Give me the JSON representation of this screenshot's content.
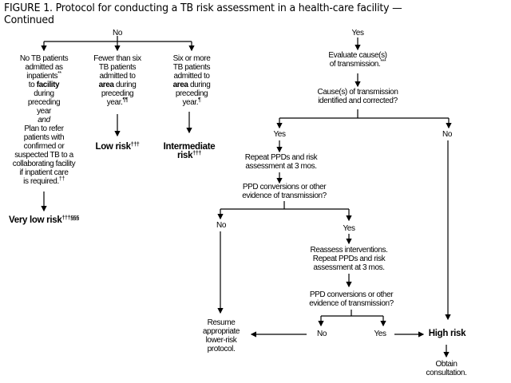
{
  "title": {
    "line1": "FIGURE 1. Protocol for conducting a TB risk assessment in a health-care facility —",
    "line2": "Continued"
  },
  "left_branch": {
    "label": "No",
    "col1": {
      "l1": "No TB patients",
      "l2": "admitted as",
      "l3": "inpatients",
      "l3_sup": "**",
      "l4a": "to ",
      "l4b": "facility",
      "l5": "during",
      "l6": "preceding",
      "l7": "year",
      "l8": "and",
      "l9": "Plan to refer",
      "l10": "patients with",
      "l11": "confirmed or",
      "l12": "suspected TB to a",
      "l13": "collaborating facility",
      "l14": "if inpatient care",
      "l15": "is required.",
      "l15_sup": "††",
      "result": "Very low risk",
      "result_sup": "†††§§§"
    },
    "col2": {
      "l1": "Fewer than six",
      "l2": "TB patients",
      "l3": "admitted to",
      "l4a": "area",
      "l4b": " during",
      "l5": "preceding",
      "l6": "year.",
      "l6_sup": "¶¶",
      "result": "Low risk",
      "result_sup": "†††"
    },
    "col3": {
      "l1": "Six or more",
      "l2": "TB patients",
      "l3": "admitted to",
      "l4a": "area",
      "l4b": " during",
      "l5": "preceding",
      "l6": "year.",
      "l6_sup": "¶",
      "result1": "Intermediate",
      "result2": "risk",
      "result_sup": "†††"
    }
  },
  "right_branch": {
    "label": "Yes",
    "evaluate": {
      "l1": "Evaluate cause(s)",
      "l2": "of transmission.",
      "sup": "***"
    },
    "question1": {
      "l1": "Cause(s) of transmission",
      "l2": "identified and corrected?"
    },
    "yes1": "Yes",
    "no1": "No",
    "repeat1": {
      "l1": "Repeat PPDs and risk",
      "l2": "assessment at 3 mos."
    },
    "question2": {
      "l1": "PPD conversions or other",
      "l2": "evidence of transmission?"
    },
    "no2": "No",
    "yes2": "Yes",
    "reassess": {
      "l1": "Reassess interventions.",
      "l2": "Repeat PPDs and risk",
      "l3": "assessment at 3 mos."
    },
    "question3": {
      "l1": "PPD conversions or other",
      "l2": "evidence of transmission?"
    },
    "no3": "No",
    "yes3": "Yes",
    "resume": {
      "l1": "Resume",
      "l2": "appropriate",
      "l3": "lower-risk",
      "l4": "protocol."
    },
    "high_risk": "High risk",
    "consult": {
      "l1": "Obtain",
      "l2": "consultation."
    }
  }
}
